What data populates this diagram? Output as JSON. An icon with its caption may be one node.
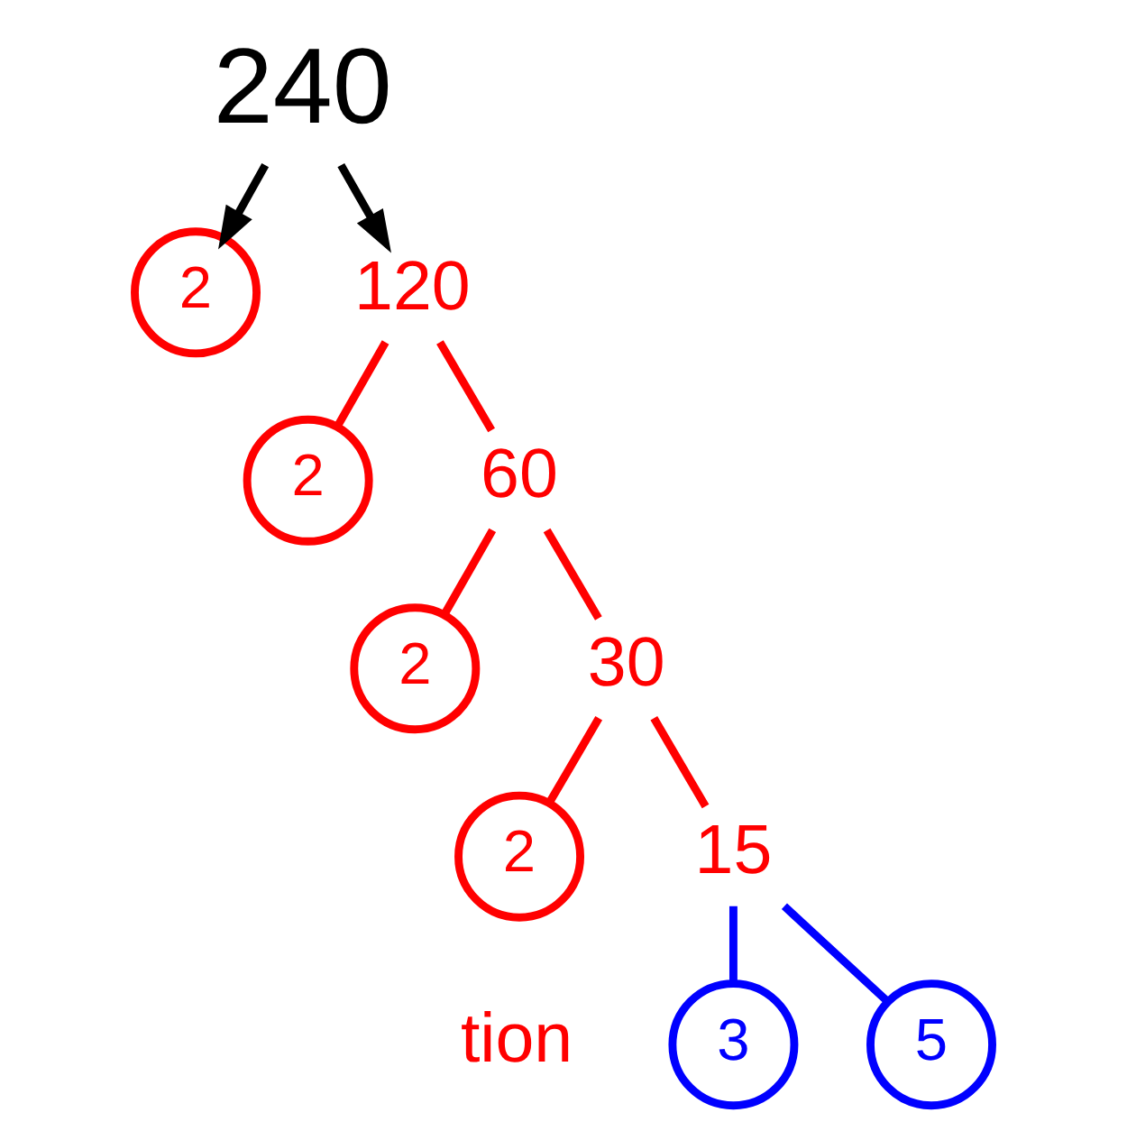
{
  "diagram": {
    "nodes": [
      {
        "text": [
          "240"
        ]
      },
      {
        "text": [
          "2"
        ]
      },
      {
        "text": [
          "120"
        ]
      },
      {
        "text": [
          "2"
        ]
      },
      {
        "text": [
          "60"
        ]
      },
      {
        "text": [
          "2"
        ]
      },
      {
        "text": [
          "30"
        ]
      },
      {
        "text": [
          "2"
        ]
      },
      {
        "text": [
          "15"
        ]
      },
      {
        "text": [
          "3"
        ]
      },
      {
        "text": [
          "5"
        ]
      }
    ],
    "edges": [
      {
        "from": 0,
        "to": 1,
        "arrow": "to",
        "color": "#000000"
      },
      {
        "from": 0,
        "to": 2,
        "arrow": "to",
        "color": "#000000"
      },
      {
        "from": 2,
        "to": 3,
        "arrow": "none"
      },
      {
        "from": 2,
        "to": 4,
        "arrow": "none"
      },
      {
        "from": 4,
        "to": 5,
        "arrow": "none"
      },
      {
        "from": 4,
        "to": 6,
        "arrow": "none"
      },
      {
        "from": 6,
        "to": 7,
        "arrow": "none"
      },
      {
        "from": 6,
        "to": 8,
        "arrow": "none"
      },
      {
        "from": 8,
        "to": 9,
        "arrow": "none",
        "color": "#0000ff"
      },
      {
        "from": 8,
        "to": 10,
        "arrow": "none",
        "color": "#0000ff"
      }
    ],
    "labels": [
      "tion"
    ]
  }
}
